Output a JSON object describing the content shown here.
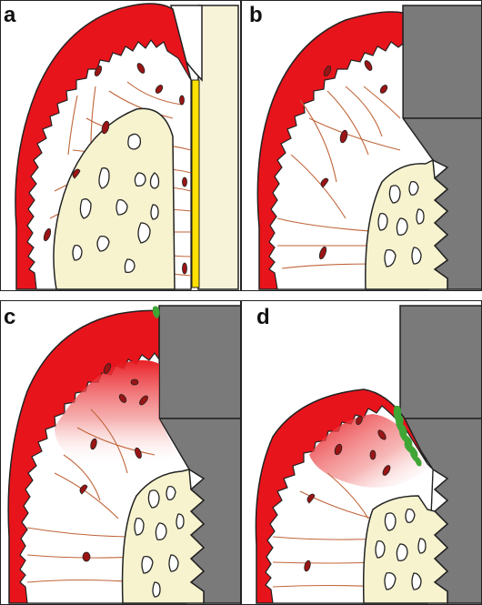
{
  "figure": {
    "panels": [
      {
        "label": "a"
      },
      {
        "label": "b"
      },
      {
        "label": "c"
      },
      {
        "label": "d"
      }
    ]
  },
  "colors": {
    "gingiva_red": "#e8141b",
    "bone_fill": "#f7f3cf",
    "implant_gray": "#7a7a7a",
    "tooth_fill": "#f7f3d9",
    "ligament_yellow": "#ffe000",
    "fiber_brown": "#c0653a",
    "vessel_dark_red": "#9b1414",
    "biofilm_green": "#3fa535"
  }
}
